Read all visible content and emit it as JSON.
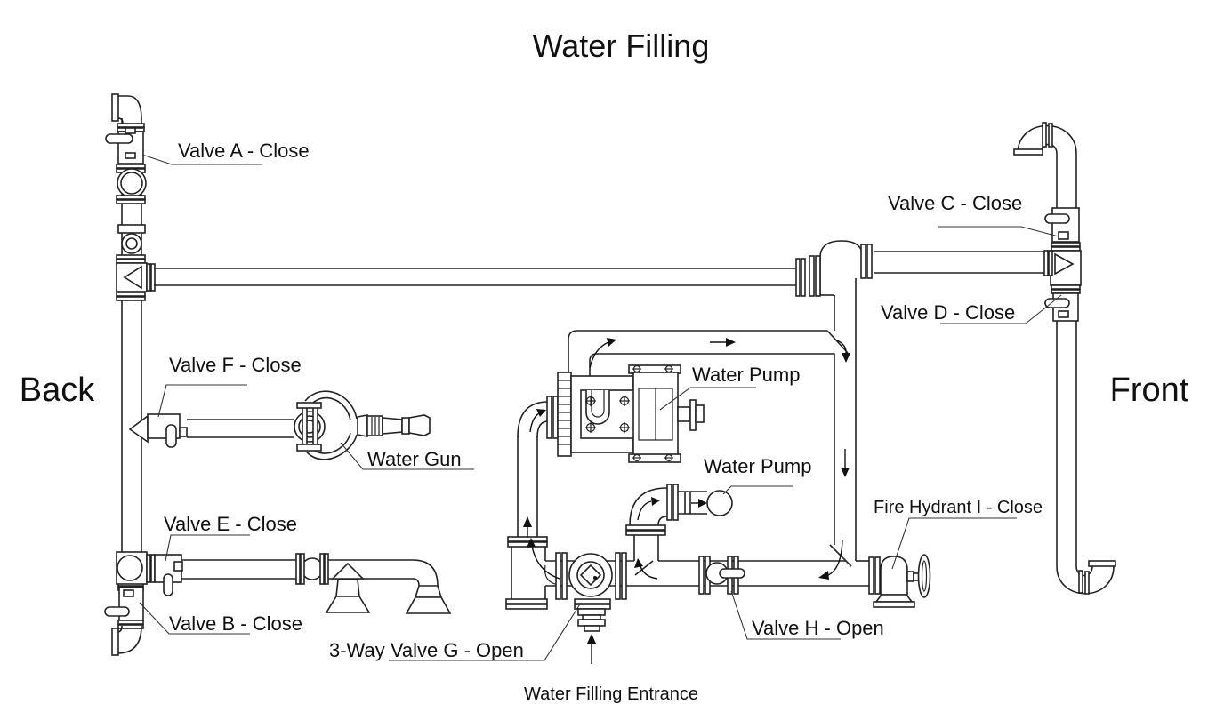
{
  "title": "Water Filling",
  "orientation": {
    "back": "Back",
    "front": "Front"
  },
  "labels": {
    "valve_a": "Valve A - Close",
    "valve_b": "Valve B - Close",
    "valve_c": "Valve C - Close",
    "valve_d": "Valve D - Close",
    "valve_e": "Valve E - Close",
    "valve_f": "Valve F - Close",
    "valve_g": "3-Way Valve G - Open",
    "valve_h": "Valve H - Open",
    "fire_hydrant_i": "Fire Hydrant I - Close",
    "water_gun": "Water Gun",
    "water_pump_upper": "Water Pump",
    "water_pump_lower": "Water Pump",
    "water_filling_entrance": "Water Filling Entrance"
  },
  "colors": {
    "line": "#222222",
    "background": "#ffffff",
    "text": "#111111"
  }
}
